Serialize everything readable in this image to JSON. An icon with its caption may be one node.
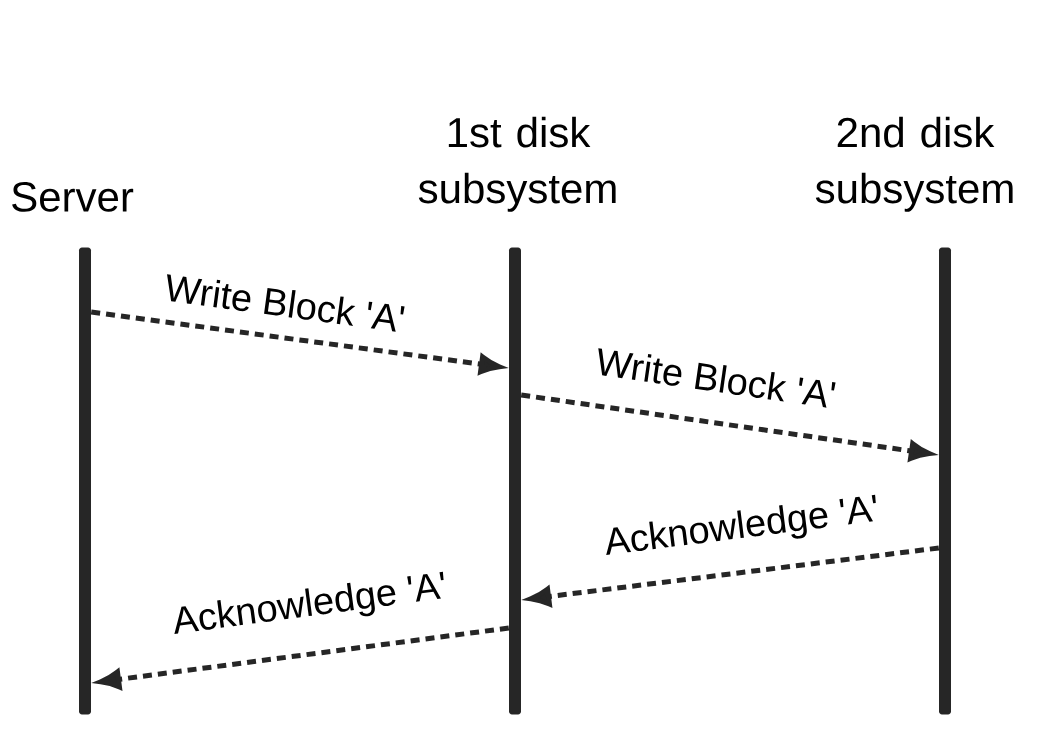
{
  "diagram": {
    "nodes": [
      {
        "text": [
          "Server"
        ]
      },
      {
        "text": [
          "1st disk subsystem"
        ]
      },
      {
        "text": [
          "2nd disk subsystem"
        ]
      }
    ],
    "edges": [
      {
        "from": 0,
        "to": 1,
        "arrow": "to",
        "label": "Write Block 'A'",
        "style": "dashed"
      },
      {
        "from": 1,
        "to": 2,
        "arrow": "to",
        "label": "Write Block 'A'",
        "style": "dashed"
      },
      {
        "from": 2,
        "to": 1,
        "arrow": "to",
        "label": "Acknowledge 'A'",
        "style": "dashed"
      },
      {
        "from": 1,
        "to": 0,
        "arrow": "to",
        "label": "Acknowledge 'A'",
        "style": "dashed"
      }
    ]
  }
}
